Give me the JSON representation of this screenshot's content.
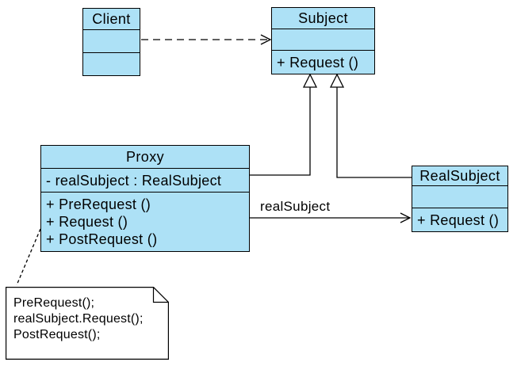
{
  "diagram": {
    "colors": {
      "background": "#FFFFFF",
      "class_fill": "#ADE1F6",
      "class_border": "#000000",
      "note_fill": "#FFFFFF",
      "line": "#000000",
      "text": "#000000"
    },
    "classes": [
      {
        "name": "Client",
        "attributes": [],
        "methods": []
      },
      {
        "name": "Subject",
        "attributes": [],
        "methods": [
          "+ Request ()"
        ]
      },
      {
        "name": "Proxy",
        "attributes": [
          "- realSubject : RealSubject"
        ],
        "methods": [
          "+ PreRequest ()",
          "+ Request ()",
          "+ PostRequest ()"
        ]
      },
      {
        "name": "RealSubject",
        "attributes": [],
        "methods": [
          "+ Request ()"
        ]
      }
    ],
    "relationships": [
      {
        "type": "dependency",
        "from": "Client",
        "to": "Subject",
        "style": "dashed-open-arrow",
        "label": ""
      },
      {
        "type": "generalization",
        "from": "Proxy",
        "to": "Subject",
        "style": "solid-hollow-triangle",
        "label": ""
      },
      {
        "type": "generalization",
        "from": "RealSubject",
        "to": "Subject",
        "style": "solid-hollow-triangle",
        "label": ""
      },
      {
        "type": "association",
        "from": "Proxy",
        "to": "RealSubject",
        "style": "solid-open-arrow",
        "label": "realSubject"
      }
    ],
    "note": {
      "attached_to": "Proxy",
      "lines": [
        "PreRequest();",
        "realSubject.Request();",
        "PostRequest();"
      ]
    }
  }
}
